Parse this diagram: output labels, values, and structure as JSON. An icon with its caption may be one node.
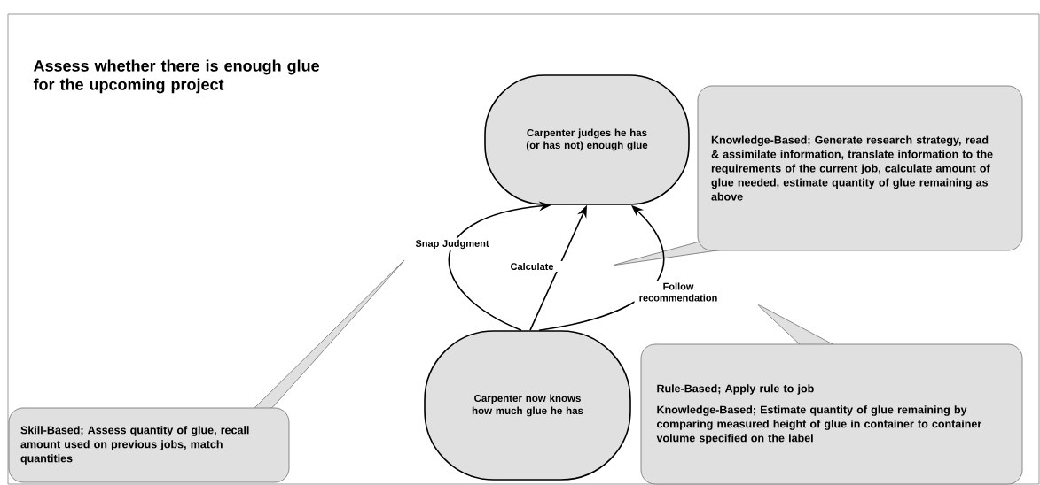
{
  "diagram": {
    "title": "Assess whether there is enough glue for the upcoming project",
    "nodes": [
      {
        "text": [
          "Carpenter judges he has (or has not) enough glue"
        ]
      },
      {
        "text": [
          "Carpenter now knows how much glue he has"
        ]
      },
      {
        "text": [
          "Knowledge-Based; Generate research strategy, read & assimilate information, translate information to the requirements of the current job, calculate amount of glue needed, estimate quantity of glue remaining as above"
        ]
      },
      {
        "text": [
          "Skill-Based; Assess quantity of glue, recall amount used on previous jobs, match quantities"
        ]
      },
      {
        "text": [
          "Rule-Based; Apply rule to job",
          "Knowledge-Based; Estimate quantity of glue remaining by comparing measured height of glue in container to container volume specified on the label"
        ]
      }
    ],
    "edges": [
      {
        "from": 1,
        "to": 0,
        "arrow": "to",
        "label": "Snap Judgment"
      },
      {
        "from": 1,
        "to": 0,
        "arrow": "to",
        "label": "Calculate"
      },
      {
        "from": 1,
        "to": 0,
        "arrow": "to",
        "label": "Follow recommendation"
      }
    ]
  }
}
